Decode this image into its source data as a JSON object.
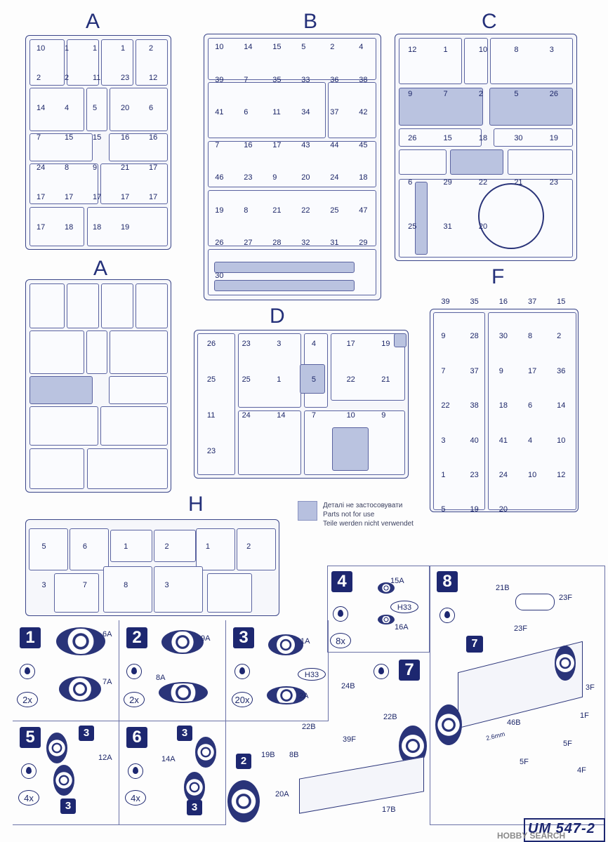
{
  "sprue_titles": {
    "a1": "A",
    "b": "B",
    "c": "C",
    "a2": "A",
    "d": "D",
    "f": "F",
    "h": "H"
  },
  "legend": {
    "line1": "Деталі не застосовувати",
    "line2": "Parts not for use",
    "line3": "Teile werden nicht verwendet"
  },
  "steps": [
    {
      "no": "1",
      "qty": "2x",
      "parts": [
        "6A",
        "7A"
      ]
    },
    {
      "no": "2",
      "qty": "2x",
      "parts": [
        "9A",
        "8A"
      ]
    },
    {
      "no": "3",
      "qty": "20x",
      "parts": [
        "1A",
        "H33",
        "2A"
      ]
    },
    {
      "no": "4",
      "qty": "8x",
      "parts": [
        "15A",
        "H33",
        "16A"
      ]
    },
    {
      "no": "5",
      "qty": "4x",
      "parts": [
        "12A",
        "3",
        "3"
      ]
    },
    {
      "no": "6",
      "qty": "4x",
      "parts": [
        "14A",
        "3",
        "3"
      ]
    },
    {
      "no": "7",
      "parts": [
        "24B",
        "22B",
        "22B",
        "39F",
        "19B",
        "8B",
        "20A",
        "17B",
        "2"
      ]
    },
    {
      "no": "8",
      "parts": [
        "21B",
        "23F",
        "23F",
        "7",
        "3F",
        "1F",
        "46B",
        "5F",
        "5F",
        "4F"
      ],
      "dim": "2.6mm"
    }
  ],
  "footer": {
    "code": "UM 547-2",
    "watermark": "HOBBY SEARCH"
  },
  "a_labels": [
    "10",
    "1",
    "1",
    "1",
    "2",
    "2",
    "2",
    "11",
    "23",
    "12",
    "14",
    "4",
    "5",
    "20",
    "6",
    "7",
    "15",
    "15",
    "16",
    "16",
    "24",
    "8",
    "9",
    "21",
    "17",
    "17",
    "17",
    "17",
    "17",
    "17",
    "17",
    "18",
    "18",
    "19"
  ],
  "b_labels": [
    "10",
    "14",
    "15",
    "5",
    "2",
    "4",
    "39",
    "7",
    "35",
    "33",
    "36",
    "38",
    "41",
    "6",
    "11",
    "34",
    "37",
    "42",
    "7",
    "16",
    "17",
    "43",
    "44",
    "45",
    "46",
    "23",
    "9",
    "20",
    "24",
    "18",
    "19",
    "8",
    "21",
    "22",
    "25",
    "47",
    "26",
    "27",
    "28",
    "32",
    "31",
    "29",
    "30"
  ],
  "c_labels": [
    "12",
    "1",
    "10",
    "8",
    "3",
    "9",
    "7",
    "2",
    "5",
    "26",
    "26",
    "15",
    "18",
    "30",
    "19",
    "6",
    "29",
    "22",
    "21",
    "23",
    "25",
    "31",
    "20"
  ],
  "d_labels": [
    "26",
    "23",
    "3",
    "4",
    "17",
    "19",
    "25",
    "25",
    "1",
    "5",
    "22",
    "21",
    "11",
    "24",
    "14",
    "7",
    "10",
    "9",
    "23"
  ],
  "f_labels": [
    "39",
    "35",
    "16",
    "37",
    "15",
    "9",
    "28",
    "30",
    "8",
    "2",
    "7",
    "37",
    "9",
    "17",
    "36",
    "22",
    "38",
    "18",
    "6",
    "14",
    "3",
    "40",
    "41",
    "4",
    "10",
    "1",
    "23",
    "24",
    "10",
    "12",
    "5",
    "19",
    "20"
  ],
  "h_labels": [
    "5",
    "6",
    "1",
    "2",
    "1",
    "2",
    "3",
    "7",
    "8",
    "3"
  ]
}
